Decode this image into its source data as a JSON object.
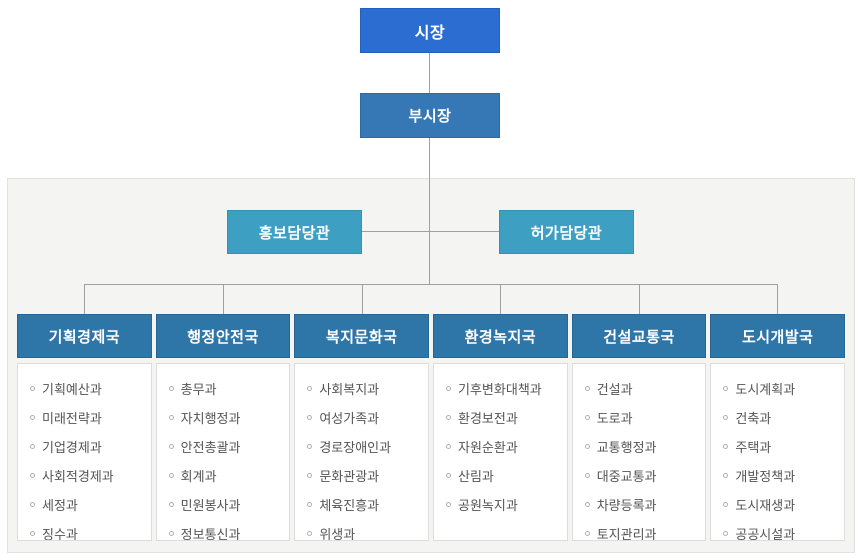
{
  "org": {
    "mayor": {
      "label": "시장"
    },
    "vice_mayor": {
      "label": "부시장"
    },
    "staff": [
      {
        "label": "홍보담당관"
      },
      {
        "label": "허가담당관"
      }
    ],
    "departments": [
      {
        "label": "기획경제국",
        "teams": [
          "기획예산과",
          "미래전략과",
          "기업경제과",
          "사회적경제과",
          "세정과",
          "징수과"
        ]
      },
      {
        "label": "행정안전국",
        "teams": [
          "총무과",
          "자치행정과",
          "안전총괄과",
          "회계과",
          "민원봉사과",
          "정보통신과"
        ]
      },
      {
        "label": "복지문화국",
        "teams": [
          "사회복지과",
          "여성가족과",
          "경로장애인과",
          "문화관광과",
          "체육진흥과",
          "위생과"
        ]
      },
      {
        "label": "환경녹지국",
        "teams": [
          "기후변화대책과",
          "환경보전과",
          "자원순환과",
          "산림과",
          "공원녹지과"
        ]
      },
      {
        "label": "건설교통국",
        "teams": [
          "건설과",
          "도로과",
          "교통행정과",
          "대중교통과",
          "차량등록과",
          "토지관리과"
        ]
      },
      {
        "label": "도시개발국",
        "teams": [
          "도시계획과",
          "건축과",
          "주택과",
          "개발정책과",
          "도시재생과",
          "공공시설과"
        ]
      }
    ],
    "colors": {
      "mayor_box": "#2c6dd2",
      "vice_mayor_box": "#3578b5",
      "staff_box": "#3da0c2",
      "department_header": "#2e75a8",
      "panel_background": "#f4f4f2",
      "connector_line": "#a0a0a0"
    }
  }
}
